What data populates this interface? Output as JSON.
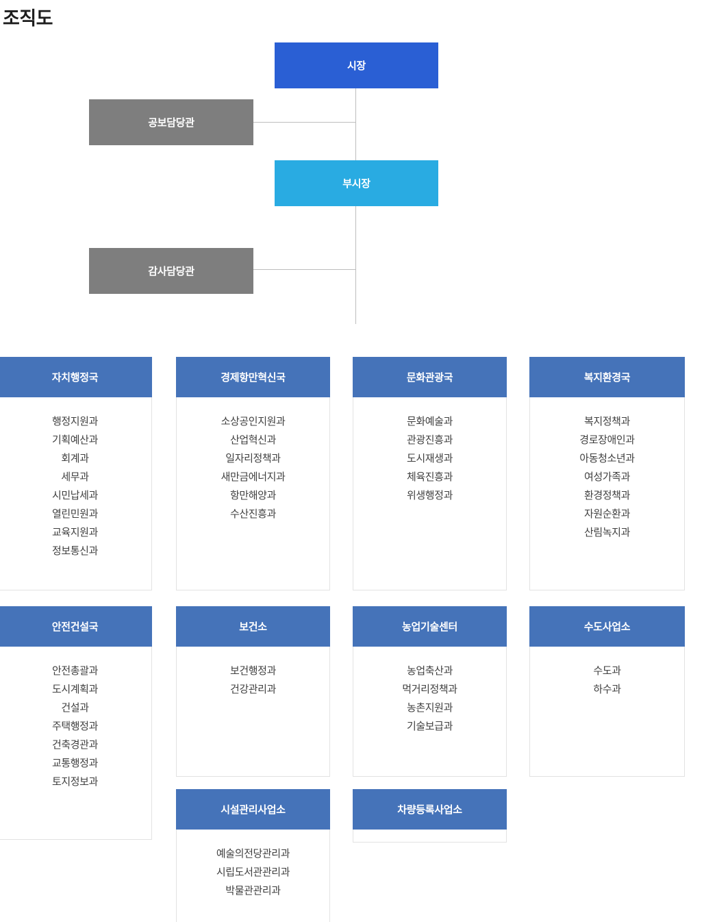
{
  "page": {
    "title": "조직도"
  },
  "colors": {
    "mayor_blue": "#2a5fd4",
    "vice_mayor_blue": "#29abe2",
    "aide_gray": "#7e7e7e",
    "dept_header_blue": "#4573b9",
    "connector_gray": "#bdbdbd",
    "box_border": "#e2e2e2",
    "body_text": "#3f3f3f"
  },
  "hierarchy": {
    "mayor": {
      "label": "시장"
    },
    "vice_mayor": {
      "label": "부시장"
    },
    "pr_office": {
      "label": "공보담당관"
    },
    "audit_office": {
      "label": "감사담당관"
    }
  },
  "departments": [
    {
      "name": "자치행정국",
      "items": [
        "행정지원과",
        "기획예산과",
        "회계과",
        "세무과",
        "시민납세과",
        "열린민원과",
        "교육지원과",
        "정보통신과"
      ]
    },
    {
      "name": "경제항만혁신국",
      "items": [
        "소상공인지원과",
        "산업혁신과",
        "일자리정책과",
        "새만금에너지과",
        "항만해양과",
        "수산진흥과"
      ]
    },
    {
      "name": "문화관광국",
      "items": [
        "문화예술과",
        "관광진흥과",
        "도시재생과",
        "체육진흥과",
        "위생행정과"
      ]
    },
    {
      "name": "복지환경국",
      "items": [
        "복지정책과",
        "경로장애인과",
        "아동청소년과",
        "여성가족과",
        "환경정책과",
        "자원순환과",
        "산림녹지과"
      ]
    },
    {
      "name": "안전건설국",
      "items": [
        "안전총괄과",
        "도시계획과",
        "건설과",
        "주택행정과",
        "건축경관과",
        "교통행정과",
        "토지정보과"
      ]
    },
    {
      "name": "보건소",
      "items": [
        "보건행정과",
        "건강관리과"
      ]
    },
    {
      "name": "농업기술센터",
      "items": [
        "농업축산과",
        "먹거리정책과",
        "농촌지원과",
        "기술보급과"
      ]
    },
    {
      "name": "수도사업소",
      "items": [
        "수도과",
        "하수과"
      ]
    },
    {
      "name": "시설관리사업소",
      "items": [
        "예술의전당관리과",
        "시립도서관관리과",
        "박물관관리과"
      ]
    },
    {
      "name": "차량등록사업소",
      "items": []
    }
  ]
}
